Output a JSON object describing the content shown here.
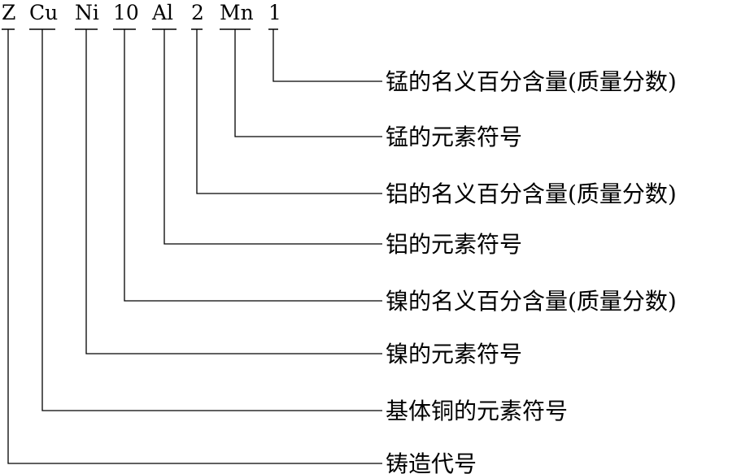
{
  "grade_parts": [
    {
      "id": "z",
      "text": "Z",
      "label": "铸造代号"
    },
    {
      "id": "cu",
      "text": "Cu",
      "label": "基体铜的元素符号"
    },
    {
      "id": "ni",
      "text": "Ni",
      "label": "镍的元素符号"
    },
    {
      "id": "ni-content",
      "text": "10",
      "label": "镍的名义百分含量(质量分数)"
    },
    {
      "id": "al",
      "text": "Al",
      "label": "铝的元素符号"
    },
    {
      "id": "al-content",
      "text": "2",
      "label": "铝的名义百分含量(质量分数)"
    },
    {
      "id": "mn",
      "text": "Mn",
      "label": "锰的元素符号"
    },
    {
      "id": "mn-content",
      "text": "1",
      "label": "锰的名义百分含量(质量分数)"
    }
  ]
}
